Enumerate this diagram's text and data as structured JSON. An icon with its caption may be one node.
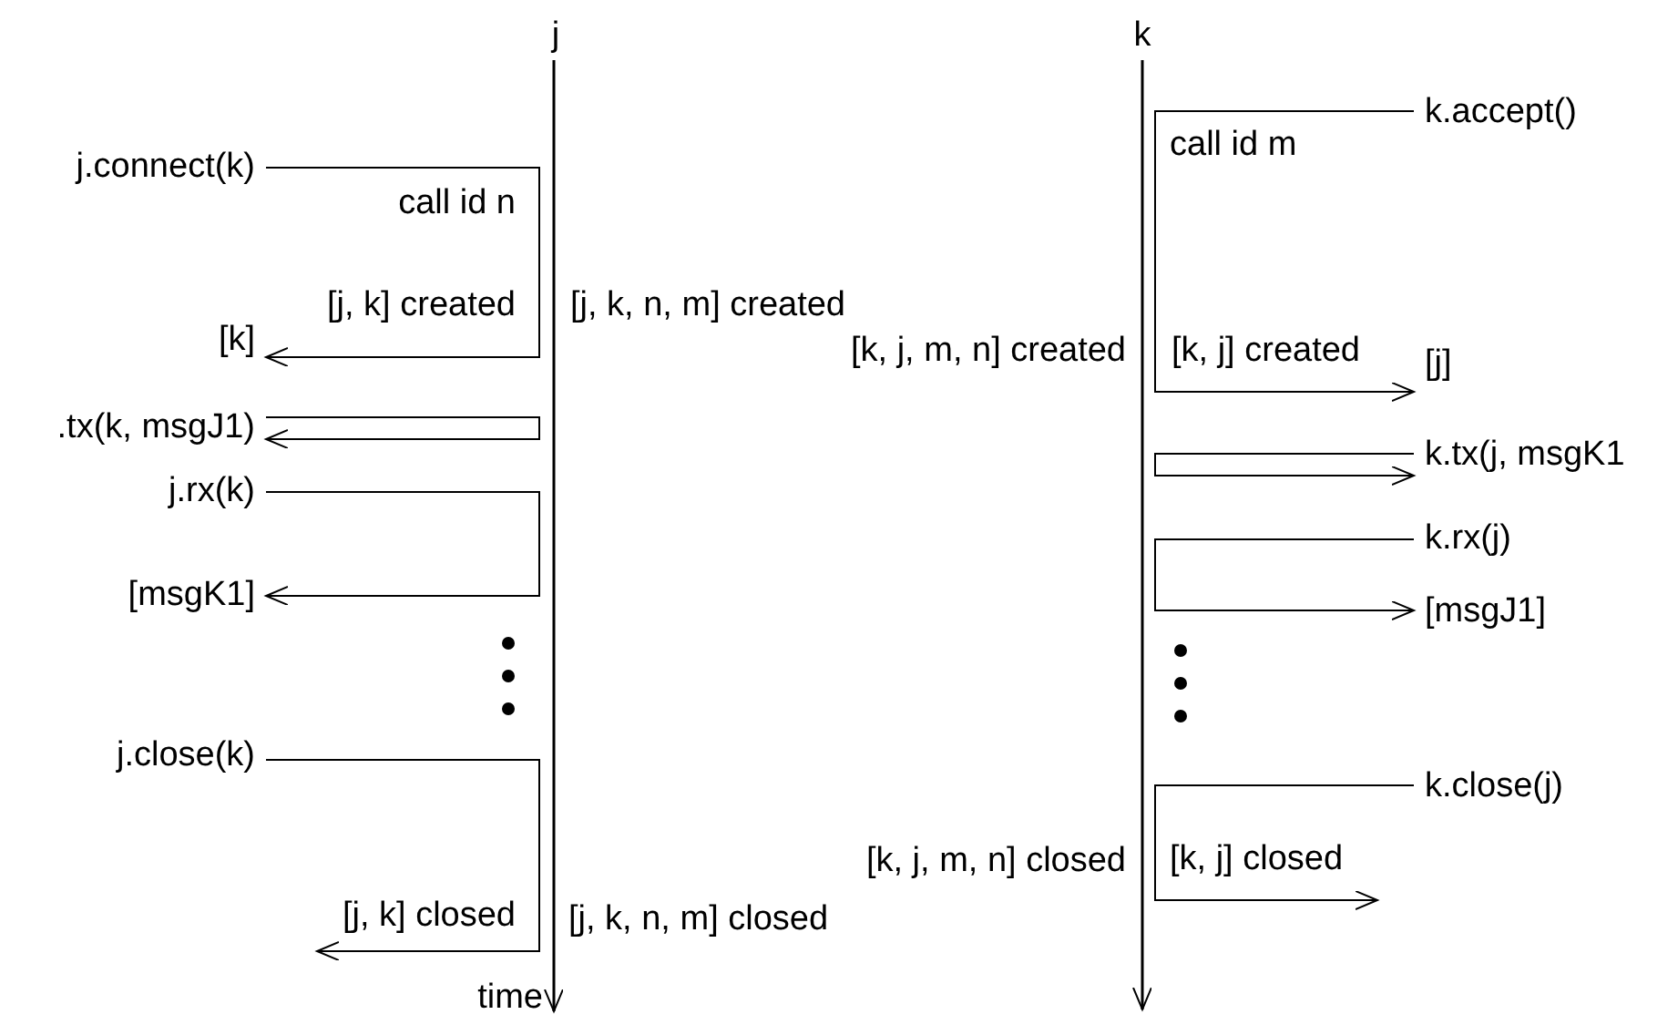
{
  "diagram": {
    "nodes": [
      {
        "text": [
          "j"
        ]
      },
      {
        "text": [
          "k"
        ]
      },
      {
        "text": [
          "k.accept()"
        ]
      },
      {
        "text": [
          "j.connect(k)"
        ]
      },
      {
        "text": [
          "[k]"
        ]
      },
      {
        "text": [
          "[j]"
        ]
      },
      {
        "text": [
          ".tx(k, msgJ1)"
        ]
      },
      {
        "text": [
          "k.tx(j, msgK1"
        ]
      },
      {
        "text": [
          "j.rx(k)"
        ]
      },
      {
        "text": [
          "k.rx(j)"
        ]
      },
      {
        "text": [
          "[msgK1]"
        ]
      },
      {
        "text": [
          "[msgJ1]"
        ]
      },
      {
        "text": [
          "j.close(k)"
        ]
      },
      {
        "text": [
          "k.close(j)"
        ]
      },
      {
        "text": [
          "time"
        ]
      }
    ],
    "edges": [
      {
        "from": 0,
        "to": 14,
        "arrow": "to"
      },
      {
        "from": 1,
        "to": null,
        "arrow": "to"
      },
      {
        "from": 3,
        "to": 4,
        "arrow": "to"
      },
      {
        "from": 2,
        "to": 5,
        "arrow": "to"
      },
      {
        "from": 6,
        "to": 6,
        "arrow": "to"
      },
      {
        "from": 7,
        "to": 7,
        "arrow": "to"
      },
      {
        "from": 8,
        "to": 10,
        "arrow": "to"
      },
      {
        "from": 9,
        "to": 11,
        "arrow": "to"
      },
      {
        "from": 12,
        "to": null,
        "arrow": "to"
      },
      {
        "from": 13,
        "to": null,
        "arrow": "to"
      }
    ],
    "labels": [
      "call id m",
      "call id n",
      "[j, k] created",
      "[j, k, n, m] created",
      "[k, j, m, n] created",
      "[k, j] created",
      "[k, j, m, n] closed",
      "[k, j] closed",
      "[j, k] closed",
      "[j, k, n, m] closed"
    ]
  }
}
